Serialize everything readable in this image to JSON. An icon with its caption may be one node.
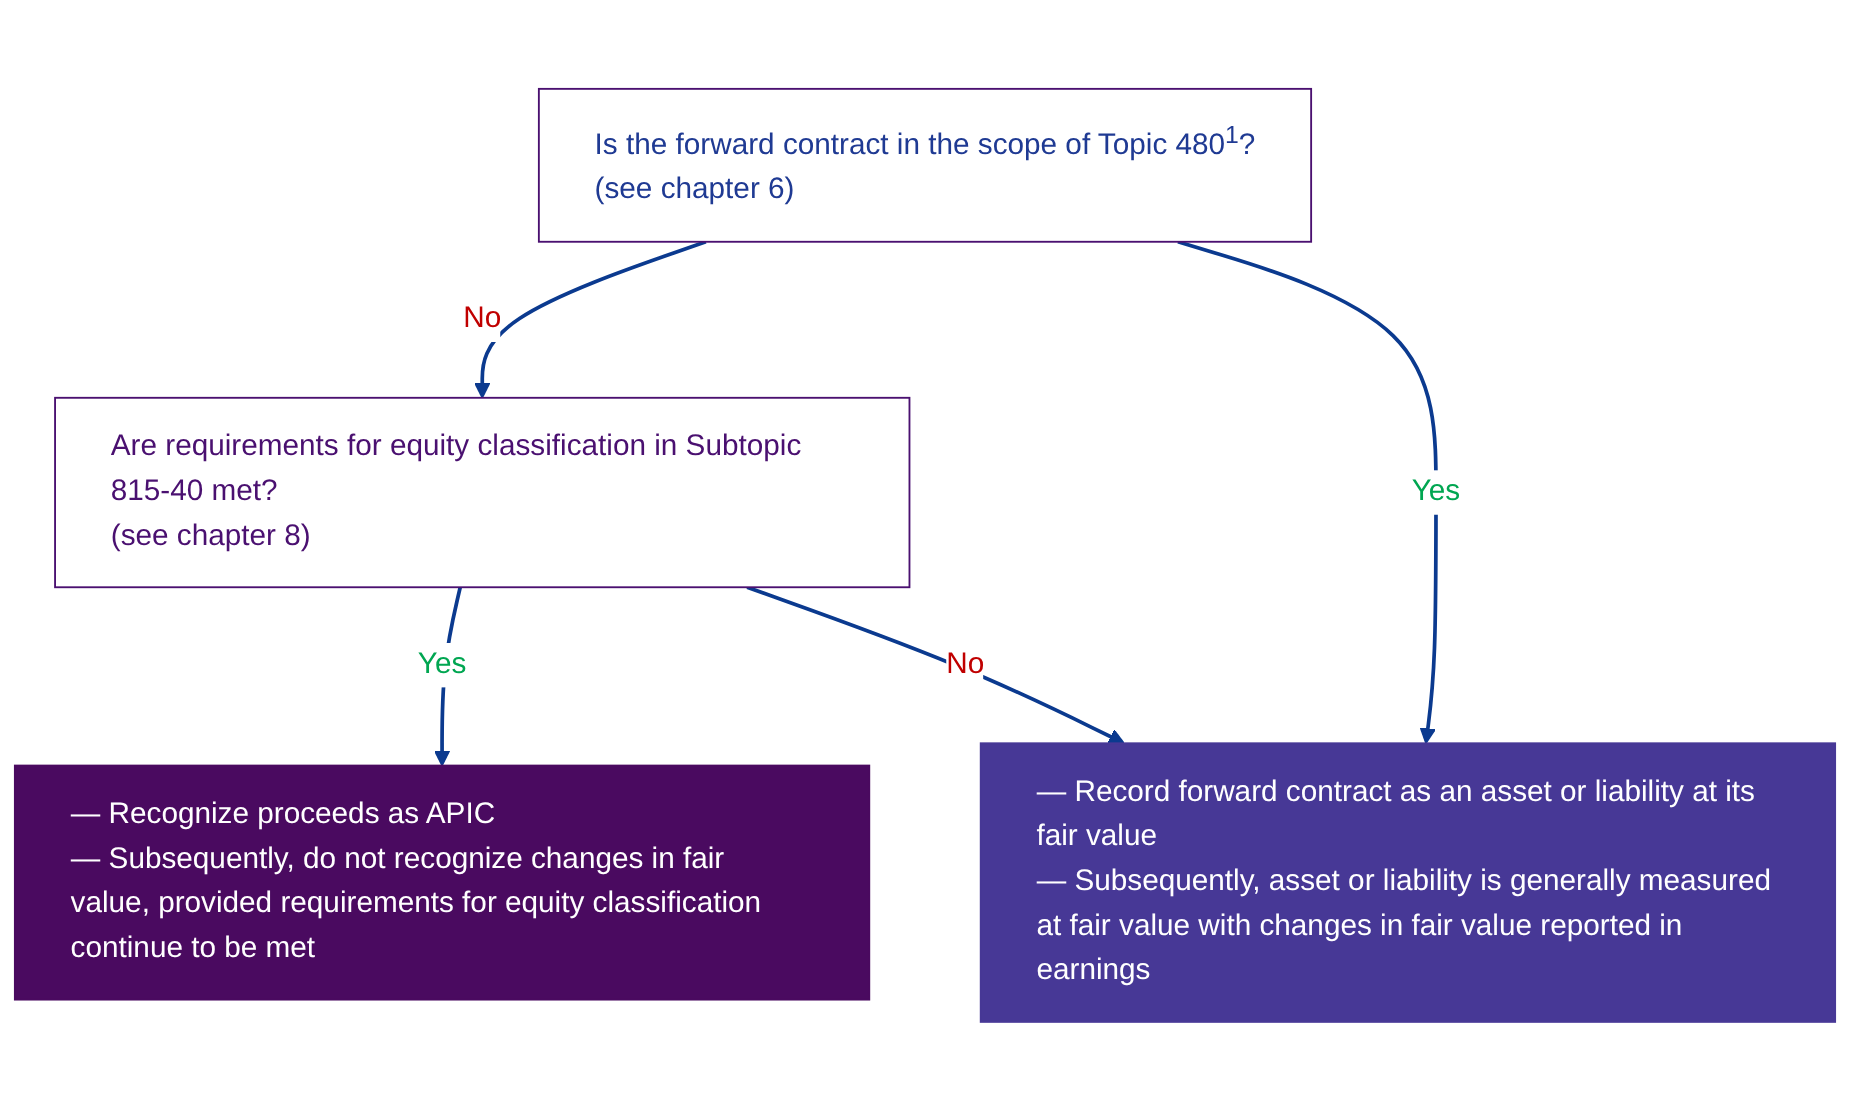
{
  "diagram": {
    "nodes": [
      {
        "text": [
          "Is the forward contract in the scope of Topic 480$^{1}$?",
          "(see chapter 6)"
        ]
      },
      {
        "text": [
          "Are requirements for equity classification in Subtopic 815-40 met?",
          "(see chapter 8)"
        ]
      },
      {
        "text": [
          "— Recognize proceeds as APIC",
          "— Subsequently, do not recognize changes in fair value, provided requirements for equity classification continue to be met"
        ]
      },
      {
        "text": [
          "— Record forward contract as an asset or liability at its fair value",
          "— Subsequently, asset or liability is generally measured at fair value with changes in fair value reported in earnings"
        ]
      }
    ],
    "edges": [
      {
        "from": 0,
        "to": 1,
        "arrow": "to",
        "label": "No"
      },
      {
        "from": 1,
        "to": 2,
        "arrow": "to",
        "label": "Yes"
      },
      {
        "from": 0,
        "to": 3,
        "arrow": "to",
        "label": "Yes"
      },
      {
        "from": 1,
        "to": 3,
        "arrow": "to",
        "label": "No"
      }
    ]
  }
}
